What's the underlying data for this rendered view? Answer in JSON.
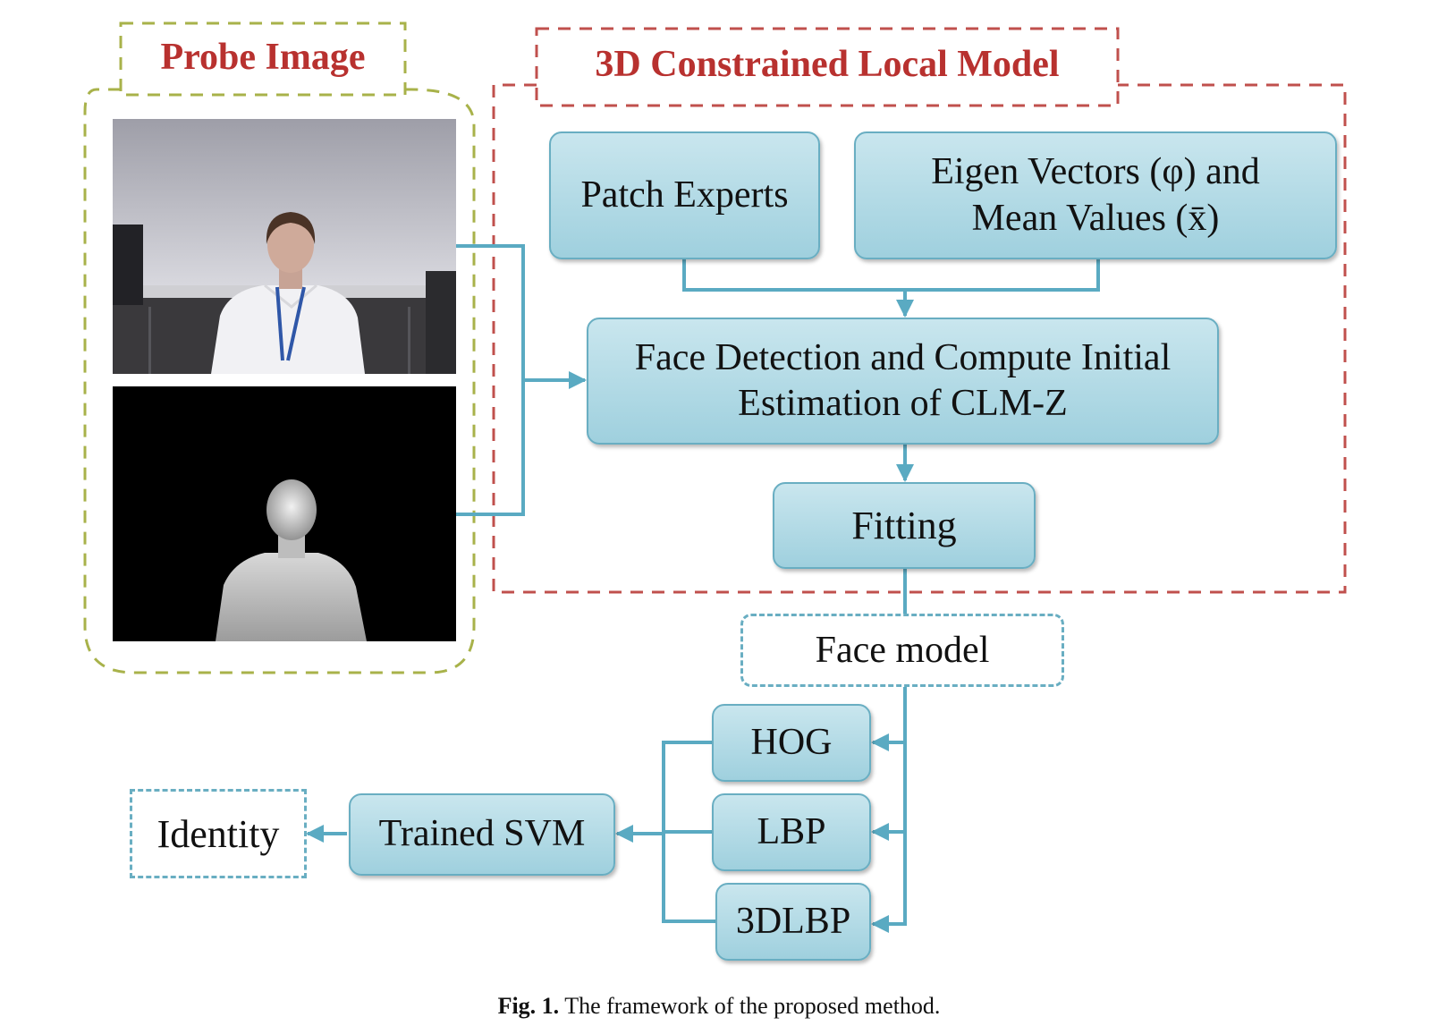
{
  "regions": {
    "probe_title": "Probe Image",
    "clm_title": "3D Constrained Local Model"
  },
  "nodes": {
    "patch_experts": "Patch Experts",
    "eigen_line1": "Eigen Vectors (φ) and",
    "eigen_line2": "Mean Values (x̄)",
    "face_detection_line1": "Face Detection and Compute Initial",
    "face_detection_line2": "Estimation of CLM-Z",
    "fitting": "Fitting",
    "face_model": "Face model",
    "hog": "HOG",
    "lbp": "LBP",
    "lbp3d": "3DLBP",
    "trained_svm": "Trained SVM",
    "identity": "Identity"
  },
  "caption": {
    "label": "Fig. 1.",
    "text": "The framework of the proposed method."
  },
  "colors": {
    "region_title": "#b8312f",
    "region_border_probe": "#a8b24a",
    "region_border_clm": "#c0504d",
    "node_fill_top": "#c9e6ee",
    "node_fill_bottom": "#9fd0de",
    "node_border": "#69aec2",
    "connector": "#5aaac2"
  },
  "images": {
    "rgb_probe": "rgb-photo-seated-person",
    "depth_probe": "depth-map-seated-person"
  }
}
